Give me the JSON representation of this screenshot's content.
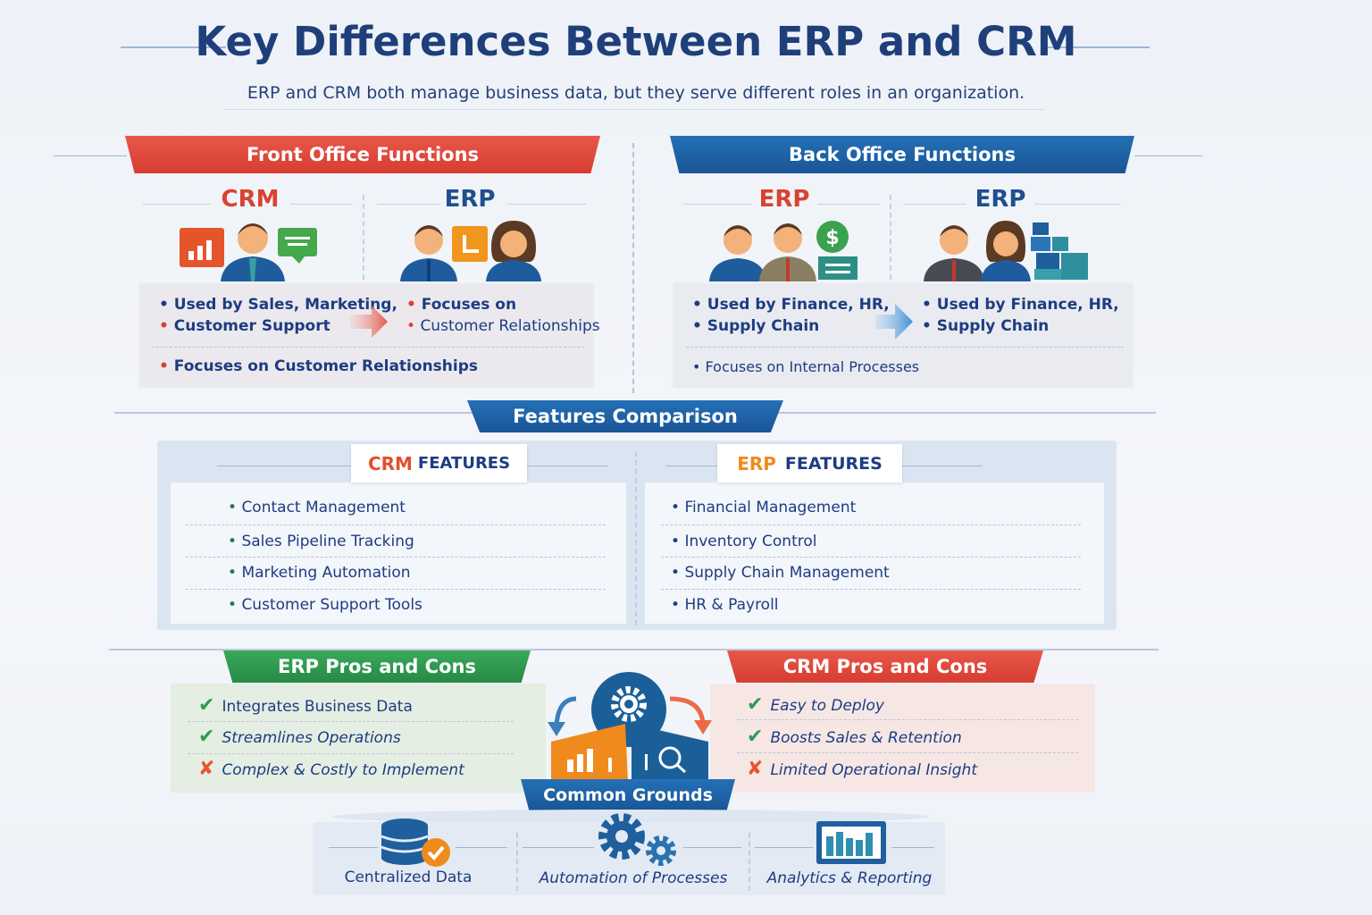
{
  "header": {
    "title": "Key Differences Between ERP and CRM",
    "subtitle": "ERP and CRM both manage business data, but they serve different roles in an organization."
  },
  "front_office": {
    "title": "Front Office Functions",
    "left_label": "CRM",
    "right_label": "ERP",
    "left_items": [
      "Used by Sales, Marketing,",
      "Customer Support"
    ],
    "right_items": [
      "Focuses on",
      "Customer Relationships"
    ],
    "bottom_item": "Focuses on Customer Relationships"
  },
  "back_office": {
    "title": "Back Office Functions",
    "left_label": "ERP",
    "right_label": "ERP",
    "left_items": [
      "Used by Finance, HR,",
      "Supply Chain"
    ],
    "right_items": [
      "Used by Finance, HR,",
      "Supply Chain"
    ],
    "bottom_item": "Focuses on Internal Processes"
  },
  "features": {
    "title": "Features Comparison",
    "crm": {
      "tab_prefix": "CRM",
      "tab_suffix": "FEATURES",
      "items": [
        "Contact Management",
        "Sales Pipeline Tracking",
        "Marketing Automation",
        "Customer Support Tools"
      ]
    },
    "erp": {
      "tab_prefix": "ERP",
      "tab_suffix": "FEATURES",
      "items": [
        "Financial Management",
        "Inventory Control",
        "Supply Chain Management",
        "HR & Payroll"
      ]
    }
  },
  "erp_pros_cons": {
    "title": "ERP Pros and Cons",
    "items": [
      {
        "icon": "check",
        "text": "Integrates Business Data"
      },
      {
        "icon": "check",
        "text": "Streamlines Operations"
      },
      {
        "icon": "cross",
        "text": "Complex & Costly to Implement"
      }
    ]
  },
  "crm_pros_cons": {
    "title": "CRM Pros and Cons",
    "items": [
      {
        "icon": "check",
        "text": "Easy to Deploy"
      },
      {
        "icon": "check",
        "text": "Boosts Sales & Retention"
      },
      {
        "icon": "cross",
        "text": "Limited Operational Insight"
      }
    ]
  },
  "common": {
    "title": "Common Grounds",
    "items": [
      "Centralized Data",
      "Automation of Processes",
      "Analytics & Reporting"
    ]
  },
  "colors": {
    "red": "#d9432f",
    "blue": "#1e63a8",
    "green": "#2e9a4e",
    "navy": "#1d3c82",
    "orange": "#f08a1c"
  },
  "icons": {
    "check": "✔",
    "cross": "✘"
  }
}
